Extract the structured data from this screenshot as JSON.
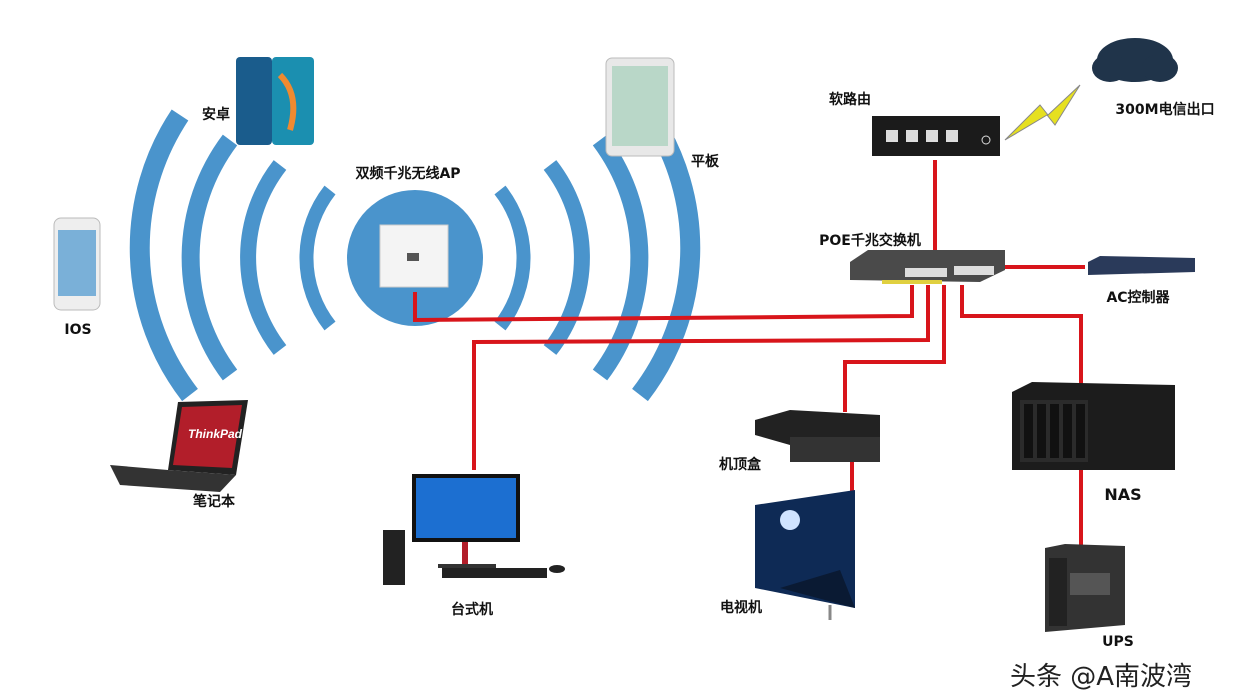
{
  "labels": {
    "android": "安卓",
    "tablet": "平板",
    "ap": "双频千兆无线AP",
    "ios": "IOS",
    "laptop": "笔记本",
    "desktop": "台式机",
    "settop": "机顶盒",
    "tv": "电视机",
    "nas": "NAS",
    "ups": "UPS",
    "router": "软路由",
    "isp": "300M电信出口",
    "switch": "POE千兆交换机",
    "ac": "AC控制器"
  },
  "laptop_brand": "ThinkPad",
  "watermark": "头条 @A南波湾",
  "colors": {
    "cable": "#d8151b",
    "wifi": "#4a94cc"
  }
}
